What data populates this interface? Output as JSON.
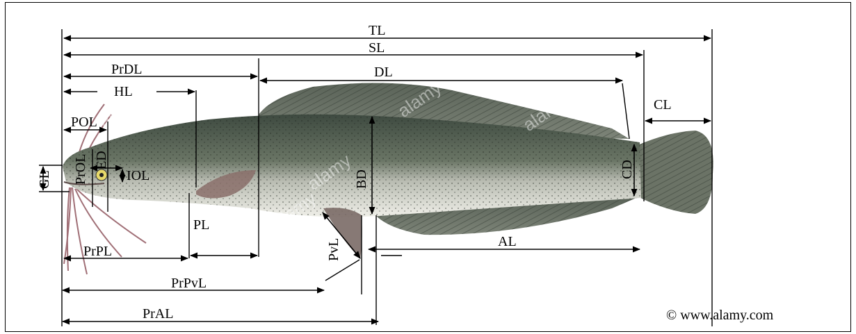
{
  "labels": {
    "TL": "TL",
    "SL": "SL",
    "PrDL": "PrDL",
    "DL": "DL",
    "HL": "HL",
    "CL": "CL",
    "POL": "POL",
    "ED": "ED",
    "GL": "GL",
    "PrOL": "PrOL",
    "IOL": "IOL",
    "BD": "BD",
    "CD": "CD",
    "PL": "PL",
    "PvL": "PvL",
    "AL": "AL",
    "PrPL": "PrPL",
    "PrPvL": "PrPvL",
    "PrAL": "PrAL"
  },
  "copyright": "© www.alamy.com",
  "watermark": "alamy",
  "colors": {
    "line": "#000000",
    "body_dark": "#4f5a4e",
    "belly": "#e6e6dc",
    "fin": "#6f7468"
  }
}
